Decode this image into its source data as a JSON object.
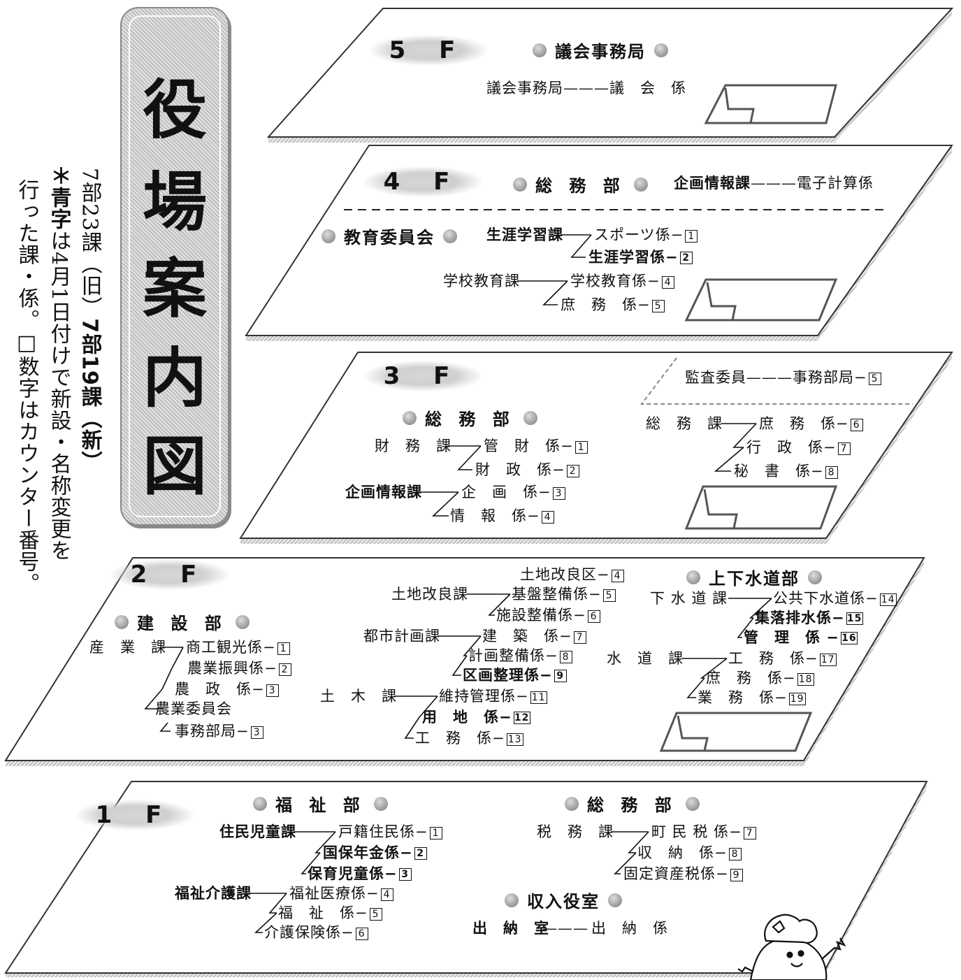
{
  "title": {
    "chars": [
      "役",
      "場",
      "案",
      "内",
      "図"
    ]
  },
  "note": {
    "line1_a": "7部23課",
    "line1_b": "（旧）",
    "line1_c": "7部19課",
    "line1_d": "（新）",
    "line2_a": "＊青字",
    "line2_b": "は4月1日付けで新設・名称変更を",
    "line3": "行った課・係。□数字はカウンター番号。"
  },
  "floors": {
    "f5": {
      "label": "5 F",
      "dept": "議会事務局",
      "rows": [
        "議会事務局———議　会　係"
      ]
    },
    "f4": {
      "label": "4 F",
      "dept_soumu": "総 務 部",
      "soumu_line_a": "企画情報課",
      "soumu_line_b": "———電子計算係",
      "dept_kyoiku": "教育委員会",
      "shogai_section": "生涯学習課",
      "shogai_1": "スポーツ係−",
      "shogai_1_n": "1",
      "shogai_2": "生涯学習係−",
      "shogai_2_n": "2",
      "gakko_section": "学校教育課",
      "gakko_1": "学校教育係−",
      "gakko_1_n": "4",
      "gakko_2": "庶　務　係−",
      "gakko_2_n": "5"
    },
    "f3": {
      "label": "3 F",
      "kansa": "監査委員———事務部局−",
      "kansa_n": "5",
      "dept_soumu": "総 務 部",
      "zaimu_section": "財　務　課",
      "zaimu_1": "管　財　係−",
      "zaimu_1_n": "1",
      "zaimu_2": "財　政　係−",
      "zaimu_2_n": "2",
      "kikaku_section": "企画情報課",
      "kikaku_1": "企　画　係−",
      "kikaku_1_n": "3",
      "kikaku_2": "情　報　係−",
      "kikaku_2_n": "4",
      "somuka_section": "総　務　課",
      "somuka_1": "庶　務　係−",
      "somuka_1_n": "6",
      "somuka_2": "行　政　係−",
      "somuka_2_n": "7",
      "somuka_3": "秘　書　係−",
      "somuka_3_n": "8"
    },
    "f2": {
      "label": "2 F",
      "dept_kensetsu": "建 設 部",
      "sangyo_section": "産　業　課",
      "sangyo_1": "商工観光係−",
      "sangyo_1_n": "1",
      "sangyo_2": "農業振興係−",
      "sangyo_2_n": "2",
      "sangyo_3": "農　政　係−",
      "sangyo_3_n": "3",
      "sangyo_4": "農業委員会",
      "sangyo_5": "事務部局−",
      "sangyo_5_n": "3",
      "tochiku": "土地改良区−",
      "tochiku_n": "4",
      "tochi_section": "土地改良課",
      "tochi_1": "基盤整備係−",
      "tochi_1_n": "5",
      "tochi_2": "施設整備係−",
      "tochi_2_n": "6",
      "toshi_section": "都市計画課",
      "toshi_1": "建　築　係−",
      "toshi_1_n": "7",
      "toshi_2": "計画整備係−",
      "toshi_2_n": "8",
      "toshi_3": "区画整理係−",
      "toshi_3_n": "9",
      "doboku_section": "土　木　課",
      "doboku_1": "維持管理係−",
      "doboku_1_n": "11",
      "doboku_2": "用　地　係−",
      "doboku_2_n": "12",
      "doboku_3": "工　務　係−",
      "doboku_3_n": "13",
      "dept_josui": "上下水道部",
      "gesui_section": "下 水 道 課",
      "gesui_1": "公共下水道係−",
      "gesui_1_n": "14",
      "gesui_2": "集落排水係−",
      "gesui_2_n": "15",
      "gesui_3": "管　理　係 −",
      "gesui_3_n": "16",
      "suido_section": "水　道　課",
      "suido_1": "工　務　係−",
      "suido_1_n": "17",
      "suido_2": "庶　務　係−",
      "suido_2_n": "18",
      "suido_3": "業　務　係−",
      "suido_3_n": "19"
    },
    "f1": {
      "label": "1 F",
      "dept_fukushi": "福 祉 部",
      "jumin_section": "住民児童課",
      "jumin_1": "戸籍住民係−",
      "jumin_1_n": "1",
      "jumin_2": "国保年金係−",
      "jumin_2_n": "2",
      "jumin_3": "保育児童係−",
      "jumin_3_n": "3",
      "kaigo_section": "福祉介護課",
      "kaigo_1": "福祉医療係−",
      "kaigo_1_n": "4",
      "kaigo_2": "福　祉　係−",
      "kaigo_2_n": "5",
      "kaigo_3": "介護保険係−",
      "kaigo_3_n": "6",
      "dept_soumu": "総 務 部",
      "zei_section": "税　務　課",
      "zei_1": "町 民 税 係−",
      "zei_1_n": "7",
      "zei_2": "収　納　係−",
      "zei_2_n": "8",
      "zei_3": "固定資産税係−",
      "zei_3_n": "9",
      "dept_shunyu": "収入役室",
      "suito_section": "出　納　室",
      "suito_1": "出　納　係"
    }
  }
}
